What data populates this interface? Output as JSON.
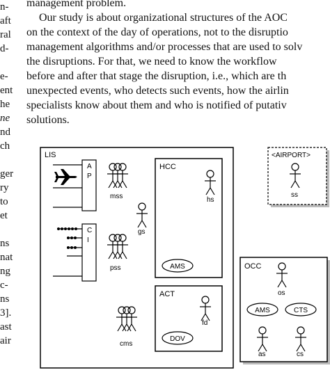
{
  "left_margin_fragments": [
    "n-",
    "aft",
    "ral",
    "d-",
    "e-",
    "ent",
    "he",
    "ne",
    "nd",
    "ch",
    "ger",
    "ry",
    "to",
    "et",
    "ns",
    "nat",
    "ng",
    "c-",
    "ns",
    "3].",
    "ast",
    "air"
  ],
  "paragraph_lines": [
    "management problem.",
    "Our study is about organizational structures of the AOC",
    "on the context of the day of operations, not to the disruptio",
    "management algorithms and/or processes that are used to solv",
    "the disruptions. For that, we need to know the workflow",
    "before and after that stage the disruption, i.e., which are th",
    "unexpected events, who detects such events, how the airlin",
    "specialists know about them and who is notified of putativ",
    "solutions."
  ],
  "diagram": {
    "lis_label": "LIS",
    "ap_label": [
      "A",
      "P"
    ],
    "ci_label": [
      "C",
      "I"
    ],
    "hcc_label": "HCC",
    "act_label": "ACT",
    "occ_label": "OCC",
    "airport_label": "<AIRPORT>",
    "ams_label": "AMS",
    "dov_label": "DOV",
    "cts_label": "CTS",
    "actors": {
      "mss": "mss",
      "gs": "gs",
      "pss": "pss",
      "cms": "cms",
      "hs": "hs",
      "fd": "fd",
      "os": "os",
      "as": "as",
      "cs": "cs",
      "ss": "ss"
    }
  }
}
